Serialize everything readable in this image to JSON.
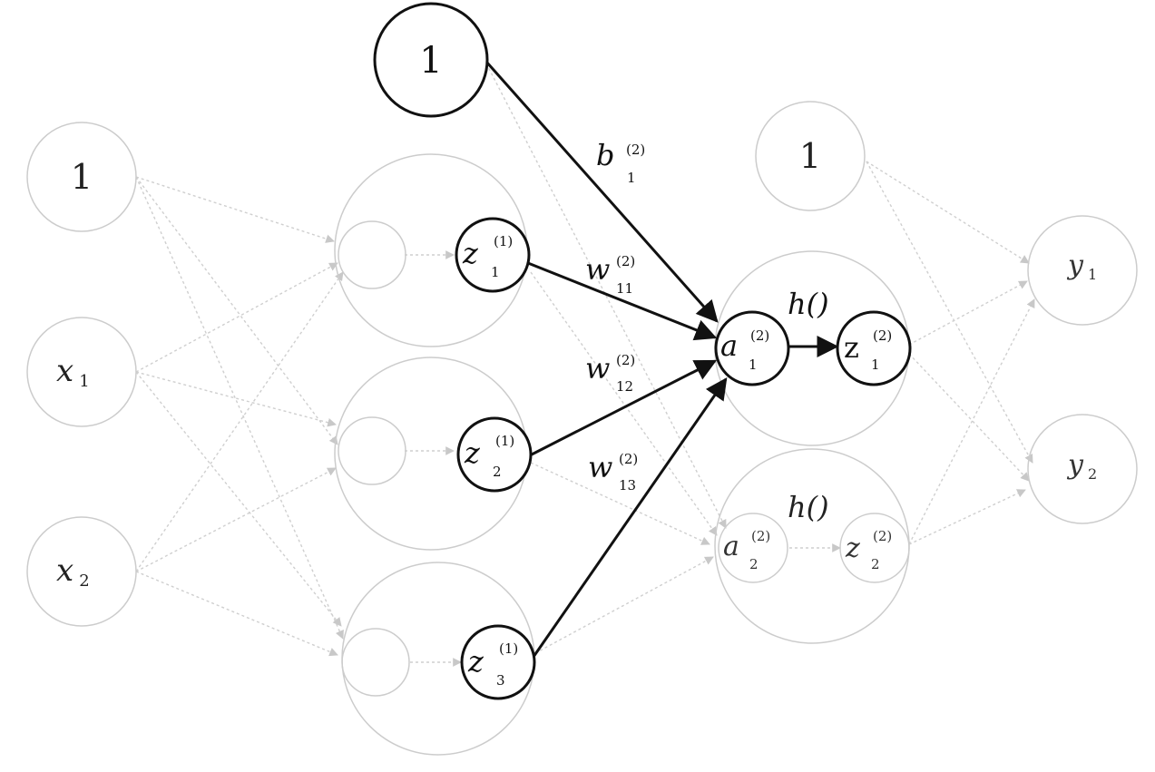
{
  "colors": {
    "background": "#ffffff",
    "highlight": "#111111",
    "faded": "#c8c8c8"
  },
  "nodes": {
    "top_bias": {
      "label": "1"
    },
    "input_bias": {
      "label": "1"
    },
    "x1": {
      "base": "x",
      "sub": "1"
    },
    "x2": {
      "base": "x",
      "sub": "2"
    },
    "z1_1": {
      "base": "z",
      "sup": "(1)",
      "sub": "1"
    },
    "z2_1": {
      "base": "z",
      "sup": "(1)",
      "sub": "2"
    },
    "z3_1": {
      "base": "z",
      "sup": "(1)",
      "sub": "3"
    },
    "hidden2_bias": {
      "label": "1"
    },
    "a1_2": {
      "base": "a",
      "sup": "(2)",
      "sub": "1"
    },
    "z1_2": {
      "base": "z",
      "sup": "(2)",
      "sub": "1"
    },
    "a2_2": {
      "base": "a",
      "sup": "(2)",
      "sub": "2"
    },
    "z2_2": {
      "base": "z",
      "sup": "(2)",
      "sub": "2"
    },
    "y1": {
      "base": "y",
      "sub": "1"
    },
    "y2": {
      "base": "y",
      "sub": "2"
    }
  },
  "edge_labels": {
    "b1_2": {
      "base": "b",
      "sup": "(2)",
      "sub": "1"
    },
    "w11_2": {
      "base": "w",
      "sup": "(2)",
      "sub": "11"
    },
    "w12_2": {
      "base": "w",
      "sup": "(2)",
      "sub": "12"
    },
    "w13_2": {
      "base": "w",
      "sup": "(2)",
      "sub": "13"
    },
    "h_upper": {
      "label": "h()"
    },
    "h_lower": {
      "label": "h()"
    }
  }
}
